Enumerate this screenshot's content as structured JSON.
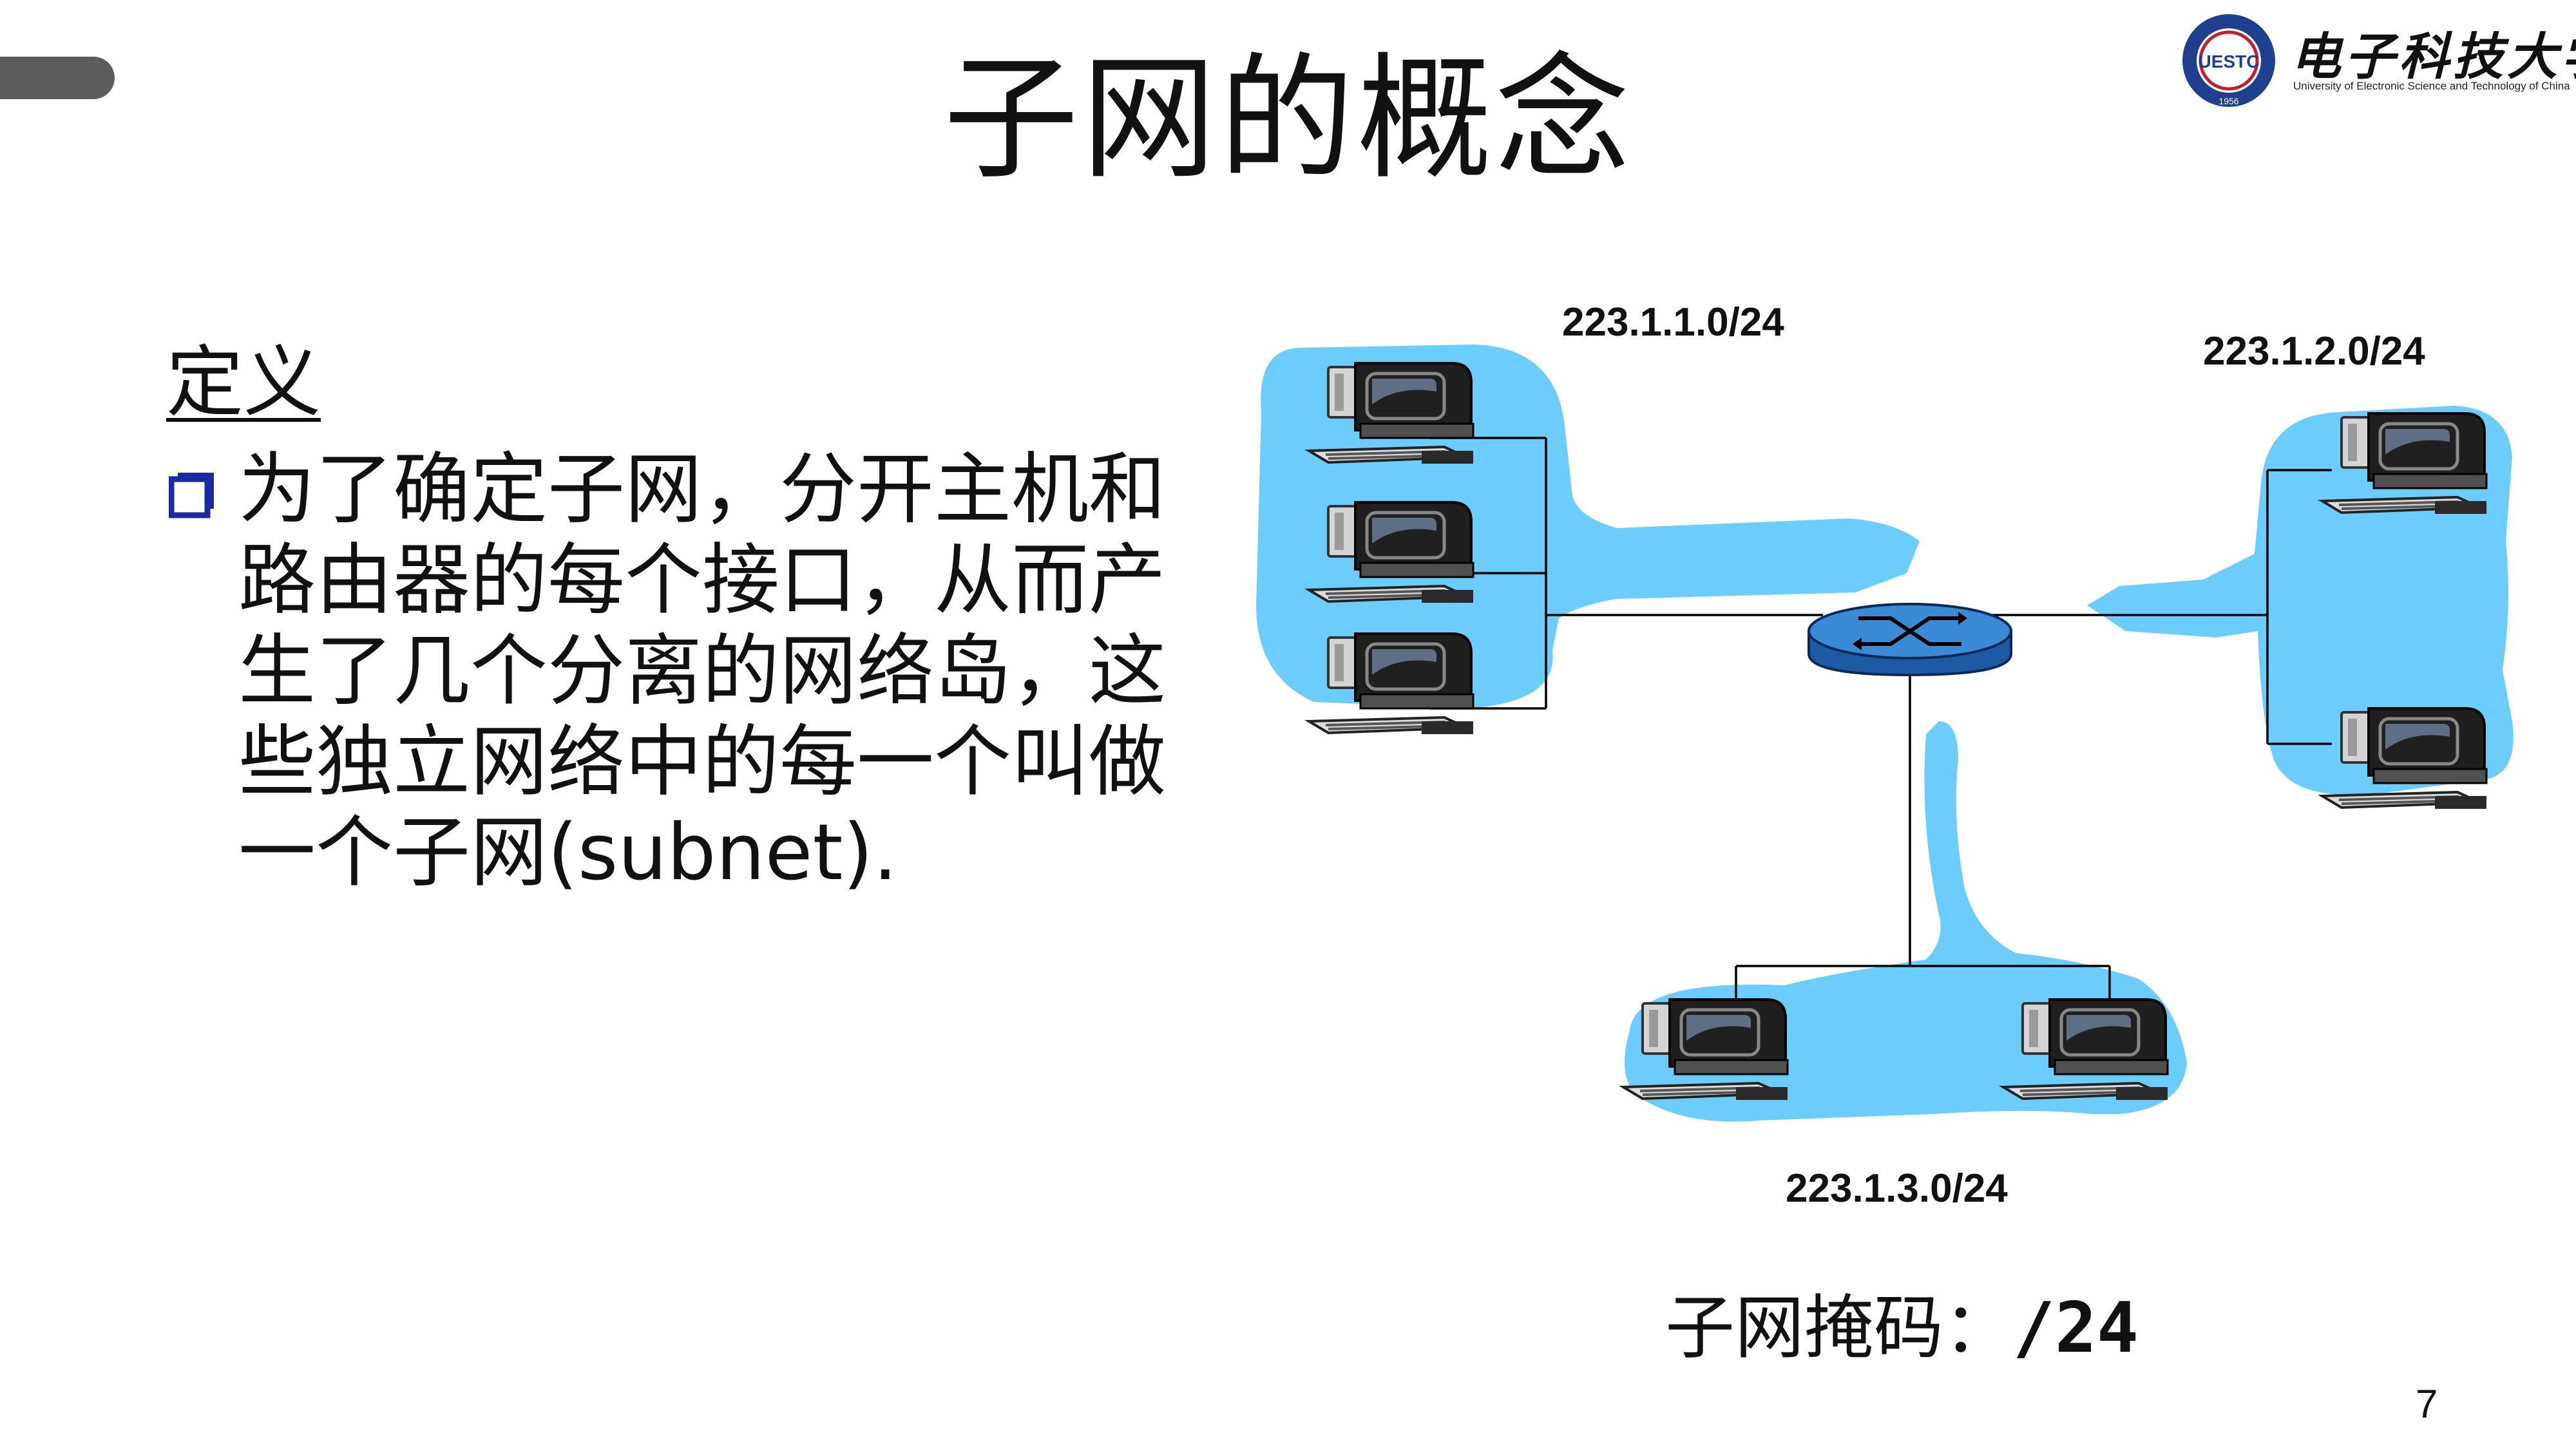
{
  "slide": {
    "title": "子网的概念",
    "logo": {
      "cn": "电子科技大学",
      "en": "University of Electronic Science and Technology of China",
      "seal_text": "UESTC",
      "seal_year": "1956"
    },
    "definition_heading": "定义",
    "definition_lines": [
      "为了确定子网，分开主机和",
      "路由器的每个接口，从而产",
      "生了几个分离的网络岛，这",
      "些独立网络中的每一个叫做",
      "一个子网(subnet)."
    ],
    "bullet_icon": "square-bullet-icon",
    "diagram": {
      "subnets": [
        {
          "label": "223.1.1.0/24",
          "hosts": 3
        },
        {
          "label": "223.1.2.0/24",
          "hosts": 2
        },
        {
          "label": "223.1.3.0/24",
          "hosts": 2
        }
      ],
      "router_icon": "router-icon",
      "host_icon": "desktop-computer-icon"
    },
    "mask_label": "子网掩码：",
    "mask_value": "/24",
    "page_number": "7",
    "colors": {
      "network_fill": "#6ccdfc",
      "router_fill": "#2f7fc8",
      "bullet": "#1a2aa0",
      "accent_bar": "#5c5c5c"
    }
  }
}
